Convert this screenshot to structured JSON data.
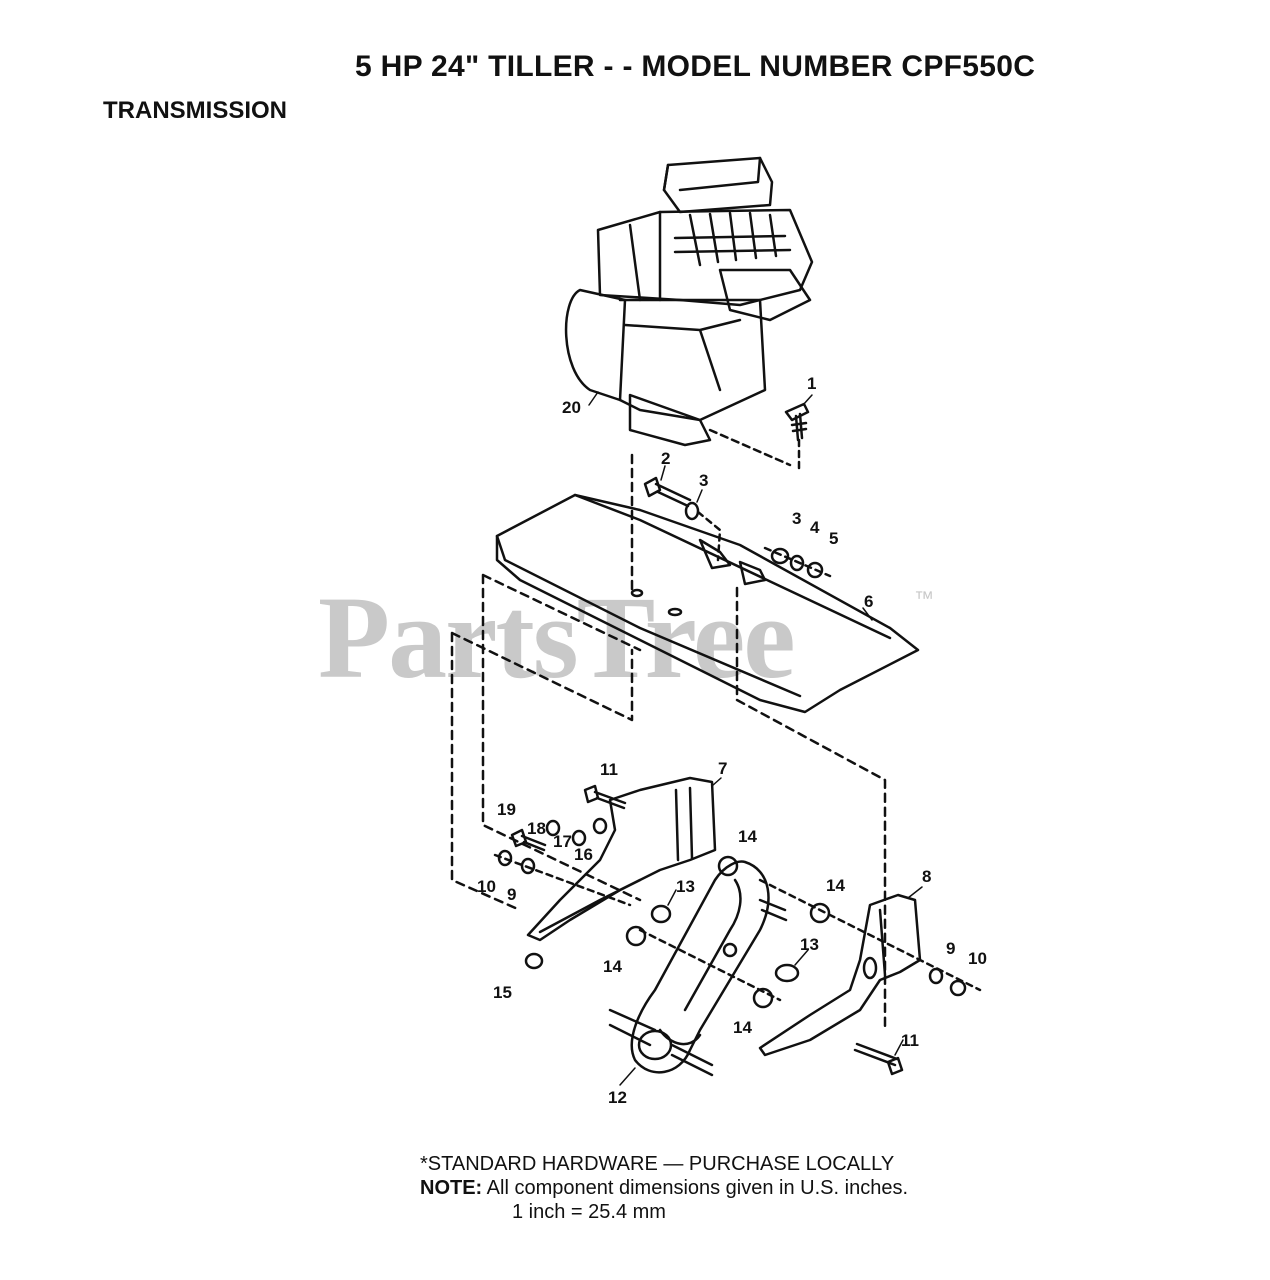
{
  "header": {
    "title": "5 HP 24\" TILLER - - MODEL NUMBER CPF550C",
    "section": "TRANSMISSION"
  },
  "watermark": {
    "text": "PartsTree",
    "trademark": "™"
  },
  "callouts": {
    "c1": "1",
    "c2": "2",
    "c3a": "3",
    "c3b": "3",
    "c4": "4",
    "c5": "5",
    "c6": "6",
    "c7": "7",
    "c8": "8",
    "c9a": "9",
    "c9b": "9",
    "c10a": "10",
    "c10b": "10",
    "c11a": "11",
    "c11b": "11",
    "c12": "12",
    "c13a": "13",
    "c13b": "13",
    "c14a": "14",
    "c14b": "14",
    "c14c": "14",
    "c14d": "14",
    "c15": "15",
    "c16": "16",
    "c17": "17",
    "c18": "18",
    "c19": "19",
    "c20": "20"
  },
  "footer": {
    "standard_hardware": "*STANDARD HARDWARE — PURCHASE LOCALLY",
    "note_label": "NOTE:",
    "note_text": "All component dimensions given in U.S. inches.",
    "conversion": "1 inch = 25.4 mm"
  }
}
